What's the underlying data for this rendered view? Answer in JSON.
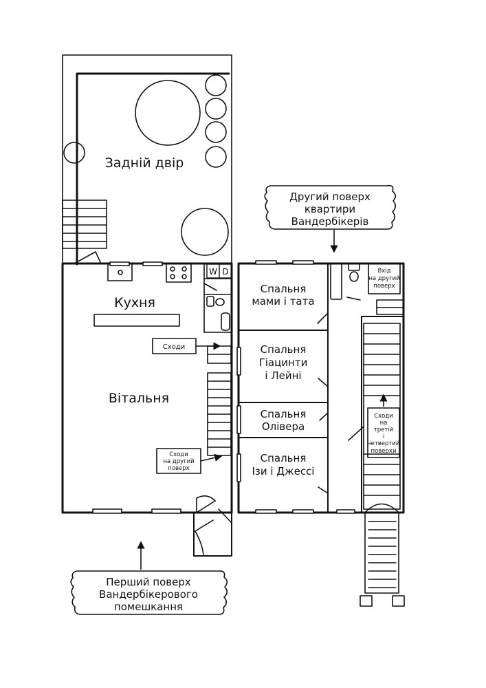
{
  "labels": {
    "backyard": "Задній двір",
    "kitchen": "Кухня",
    "living_room": "Вітальня",
    "stairs_box": "Сходи",
    "stairs_second_line1": "Сходи",
    "stairs_second_line2": "на другий",
    "stairs_second_line3": "поверх",
    "bedroom_parents_line1": "Спальня",
    "bedroom_parents_line2": "мами і тата",
    "bedroom_hyacinth_line1": "Спальня",
    "bedroom_hyacinth_line2": "Гіацинти",
    "bedroom_hyacinth_line3": "і Лейні",
    "bedroom_oliver_line1": "Спальня",
    "bedroom_oliver_line2": "Олівера",
    "bedroom_isa_line1": "Спальня",
    "bedroom_isa_line2": "Ізи і Джессі",
    "entrance_line1": "Вхід",
    "entrance_line2": "на другий",
    "entrance_line3": "поверх",
    "stairs_up_line1": "Сходи",
    "stairs_up_line2": "на",
    "stairs_up_line3": "третій",
    "stairs_up_line4": "і",
    "stairs_up_line5": "четвертий",
    "stairs_up_line6": "поверхи",
    "washer": "W",
    "dryer": "D"
  },
  "callouts": {
    "second_floor_line1": "Другий поверх",
    "second_floor_line2": "квартири",
    "second_floor_line3": "Вандербікерів",
    "first_floor_line1": "Перший поверх",
    "first_floor_line2": "Вандербікерового",
    "first_floor_line3": "помешкання"
  }
}
